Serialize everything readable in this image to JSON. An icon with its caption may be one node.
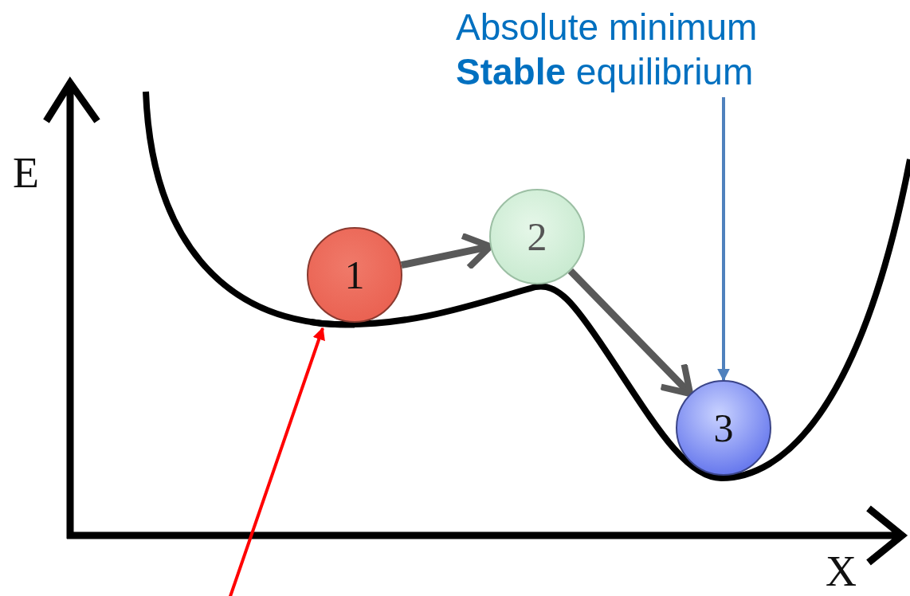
{
  "diagram": {
    "nodes": [
      {
        "text": [
          "1"
        ]
      },
      {
        "text": [
          "2"
        ]
      },
      {
        "text": [
          "3"
        ]
      },
      {
        "text": [
          "Absolute minimum",
          "**Stable** equilibrium"
        ]
      },
      {
        "text": [],
        "shape": "curve"
      }
    ],
    "edges": [
      {
        "from": 0,
        "to": 1,
        "arrow": "to",
        "style": "thick",
        "color": "#595959"
      },
      {
        "from": 1,
        "to": 2,
        "arrow": "to",
        "style": "thick",
        "color": "#595959"
      },
      {
        "from": 3,
        "to": 2,
        "arrow": "to",
        "color": "#4f81bd"
      },
      {
        "from": null,
        "to": 4,
        "arrow": "to",
        "color": "#ff0000"
      }
    ],
    "labels": [
      "E",
      "X"
    ]
  }
}
